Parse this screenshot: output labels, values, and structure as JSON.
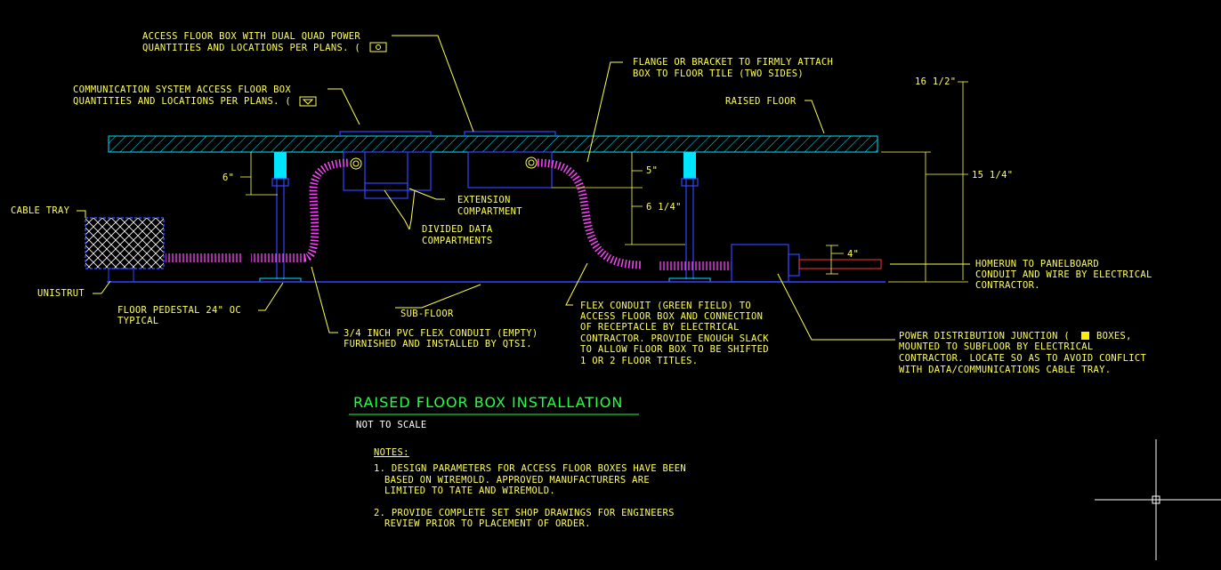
{
  "labels": {
    "access_box_l1": "ACCESS FLOOR BOX WITH DUAL QUAD POWER",
    "access_box_l2": "QUANTITIES AND LOCATIONS PER PLANS. (",
    "comm_box_l1": "COMMUNICATION SYSTEM ACCESS FLOOR BOX",
    "comm_box_l2": "QUANTITIES AND LOCATIONS PER PLANS. (",
    "flange_l1": "FLANGE OR BRACKET TO FIRMLY ATTACH",
    "flange_l2": "BOX TO FLOOR TILE (TWO SIDES)",
    "raised_floor": "RAISED FLOOR",
    "cable_tray": "CABLE TRAY",
    "unistrut": "UNISTRUT",
    "pedestal_l1": "FLOOR PEDESTAL 24\" OC",
    "pedestal_l2": "TYPICAL",
    "extension_l1": "EXTENSION",
    "extension_l2": "COMPARTMENT",
    "divided_l1": "DIVIDED DATA",
    "divided_l2": "COMPARTMENTS",
    "subfloor": "SUB-FLOOR",
    "pvc_l1": "3/4 INCH PVC FLEX CONDUIT (EMPTY)",
    "pvc_l2": "FURNISHED AND INSTALLED BY QTSI.",
    "flex_l1": "FLEX CONDUIT (GREEN FIELD) TO",
    "flex_l2": "ACCESS FLOOR BOX AND CONNECTION",
    "flex_l3": "OF RECEPTACLE BY ELECTRICAL",
    "flex_l4": "CONTRACTOR. PROVIDE ENOUGH SLACK",
    "flex_l5": "TO ALLOW FLOOR BOX TO BE SHIFTED",
    "flex_l6": "1 OR 2 FLOOR TITLES.",
    "homerun_l1": "HOMERUN TO PANELBOARD",
    "homerun_l2": "CONDUIT AND WIRE BY ELECTRICAL",
    "homerun_l3": "CONTRACTOR.",
    "pdj_l1a": "POWER DISTRIBUTION JUNCTION (",
    "pdj_l1b": "BOXES,",
    "pdj_l2": "MOUNTED TO SUBFLOOR BY ELECTRICAL",
    "pdj_l3": "CONTRACTOR. LOCATE SO AS TO AVOID CONFLICT",
    "pdj_l4": "WITH DATA/COMMUNICATIONS CABLE TRAY."
  },
  "dimensions": {
    "d_16_5": "16 1/2\"",
    "d_15_25": "15 1/4\"",
    "d_6": "6\"",
    "d_5": "5\"",
    "d_6_25": "6 1/4\"",
    "d_4": "4\""
  },
  "title_block": {
    "title": "RAISED FLOOR BOX INSTALLATION",
    "scale": "NOT TO SCALE"
  },
  "notes": {
    "heading": "NOTES:",
    "n1_l1": "1. DESIGN PARAMETERS FOR ACCESS FLOOR BOXES HAVE BEEN",
    "n1_l2": "BASED ON WIREMOLD. APPROVED MANUFACTURERS ARE",
    "n1_l3": "LIMITED TO TATE AND WIREMOLD.",
    "n2_l1": "2. PROVIDE COMPLETE SET SHOP DRAWINGS FOR ENGINEERS",
    "n2_l2": "REVIEW PRIOR TO PLACEMENT OF ORDER."
  },
  "colors": {
    "text": "#ffff55",
    "floor": "#00e5ff",
    "structure": "#3344ff",
    "conduit": "#ff44ff",
    "title": "#22ff44"
  }
}
